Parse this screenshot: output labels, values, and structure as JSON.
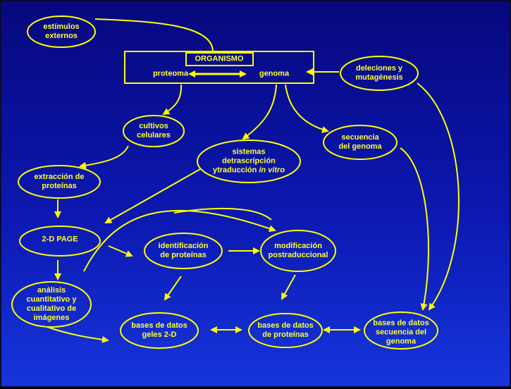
{
  "colors": {
    "accent": "#ffff00",
    "background": "#0c18b0"
  },
  "nodes": {
    "estimulos": "estímulos\nexternos",
    "organismo": "ORGANISMO",
    "proteoma": "proteoma",
    "genoma": "genoma",
    "deleciones": "deleciones y\nmutagénesis",
    "cultivos": "cultivos\ncelulares",
    "sistemas_line1": "sistemas",
    "sistemas_line2": "detrascripción",
    "sistemas_line3a": "ytraducción ",
    "sistemas_line3b": "in vitro",
    "secuencia": "secuencia\ndel genoma",
    "extraccion": "extracción de\nproteínas",
    "page2d": "2-D PAGE",
    "identificacion": "identificación\nde proteínas",
    "modificacion": "modificación\npostraduccional",
    "analisis": "análisis\ncuantitativo y\ncualitativo de\nimágenes",
    "bd_geles": "bases de datos\ngeles 2-D",
    "bd_proteinas": "bases de datos\nde proteínas",
    "bd_secuencia": "bases de datos\nsecuencia del\ngenoma"
  }
}
